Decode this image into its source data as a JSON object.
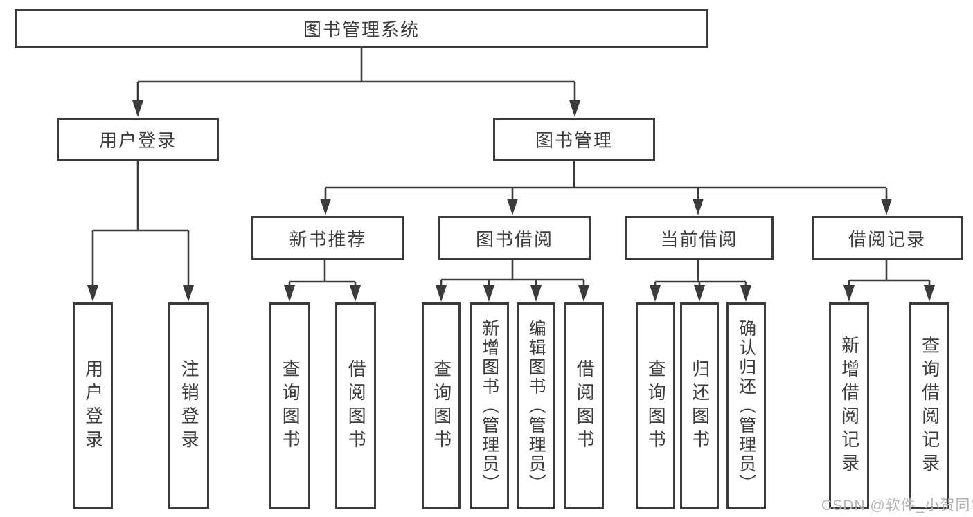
{
  "tree": {
    "root": {
      "label": "图书管理系统"
    },
    "branches": [
      {
        "label": "用户登录",
        "children": [
          {
            "label": "用户登录"
          },
          {
            "label": "注销登录"
          }
        ]
      },
      {
        "label": "图书管理",
        "children": [
          {
            "label": "新书推荐",
            "children": [
              {
                "label": "查询图书"
              },
              {
                "label": "借阅图书"
              }
            ]
          },
          {
            "label": "图书借阅",
            "children": [
              {
                "label": "查询图书"
              },
              {
                "label": "新增图书（管理员）"
              },
              {
                "label": "编辑图书（管理员）"
              },
              {
                "label": "借阅图书"
              }
            ]
          },
          {
            "label": "当前借阅",
            "children": [
              {
                "label": "查询图书"
              },
              {
                "label": "归还图书"
              },
              {
                "label": "确认归还（管理员）"
              }
            ]
          },
          {
            "label": "借阅记录",
            "children": [
              {
                "label": "新增借阅记录"
              },
              {
                "label": "查询借阅记录"
              }
            ]
          }
        ]
      }
    ]
  },
  "watermark": {
    "text": "CSDN @软件_小贺同学"
  },
  "colors": {
    "line": "#3b3b3b",
    "box_border": "#3b3b3b",
    "text": "#3d3d3d",
    "watermark_text": "#b5b5b5",
    "background": "#ffffff"
  }
}
